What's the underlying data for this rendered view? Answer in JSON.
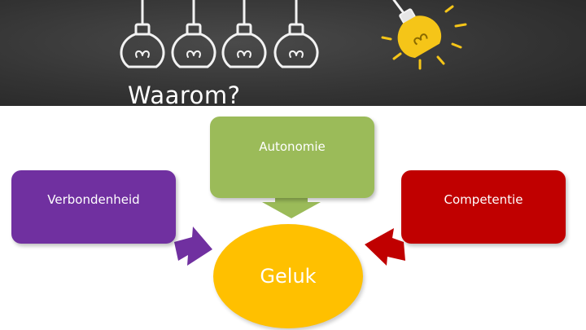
{
  "banner": {
    "title": "Waarom?",
    "bulbs": [
      {
        "name": "bulb-1-icon",
        "lit": false
      },
      {
        "name": "bulb-2-icon",
        "lit": false
      },
      {
        "name": "bulb-3-icon",
        "lit": false
      },
      {
        "name": "bulb-4-icon",
        "lit": false
      },
      {
        "name": "bulb-lit-icon",
        "lit": true
      }
    ],
    "colors": {
      "background": "#333333",
      "bulb_outline": "#f2f2f2",
      "lit_bulb": "#f5c518"
    }
  },
  "diagram": {
    "nodes": {
      "autonomie": {
        "label": "Autonomie",
        "color": "#9bbb59"
      },
      "verbondenheid": {
        "label": "Verbondenheid",
        "color": "#7030a0"
      },
      "competentie": {
        "label": "Competentie",
        "color": "#c00000"
      },
      "geluk": {
        "label": "Geluk",
        "color": "#ffc000"
      }
    },
    "edges": [
      {
        "from": "autonomie",
        "to": "geluk",
        "color": "#9bbb59"
      },
      {
        "from": "verbondenheid",
        "to": "geluk",
        "color": "#7030a0"
      },
      {
        "from": "competentie",
        "to": "geluk",
        "color": "#c00000"
      }
    ]
  }
}
